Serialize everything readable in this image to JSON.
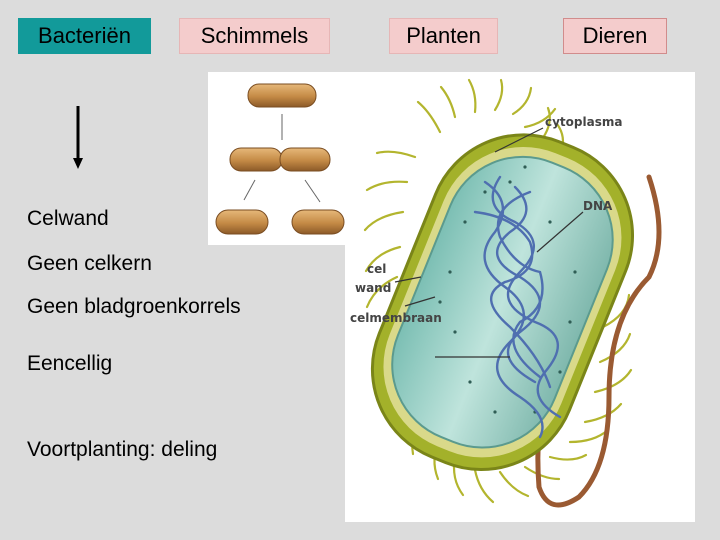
{
  "tabs": {
    "bacterien": "Bacteriën",
    "schimmels": "Schimmels",
    "planten": "Planten",
    "dieren": "Dieren"
  },
  "properties": [
    "Celwand",
    "Geen celkern",
    "Geen bladgroenkorrels",
    "Eencellig",
    "Voortplanting: deling"
  ],
  "diagram_labels": {
    "cytoplasma": "cytoplasma",
    "dna": "DNA",
    "cel": "cel",
    "wand": "wand",
    "celmembraan": "celmembraan"
  },
  "colors": {
    "bacterien_tab": "#129a9a",
    "other_tabs": "#f4cccc",
    "background": "#dcdcdc",
    "bacterium_cell_body": "#9fd1c9",
    "cell_wall": "#9fae1f",
    "dna": "#4f6fb0",
    "flagellum": "#9a5a32",
    "rod_bacteria": "#c9924c"
  }
}
